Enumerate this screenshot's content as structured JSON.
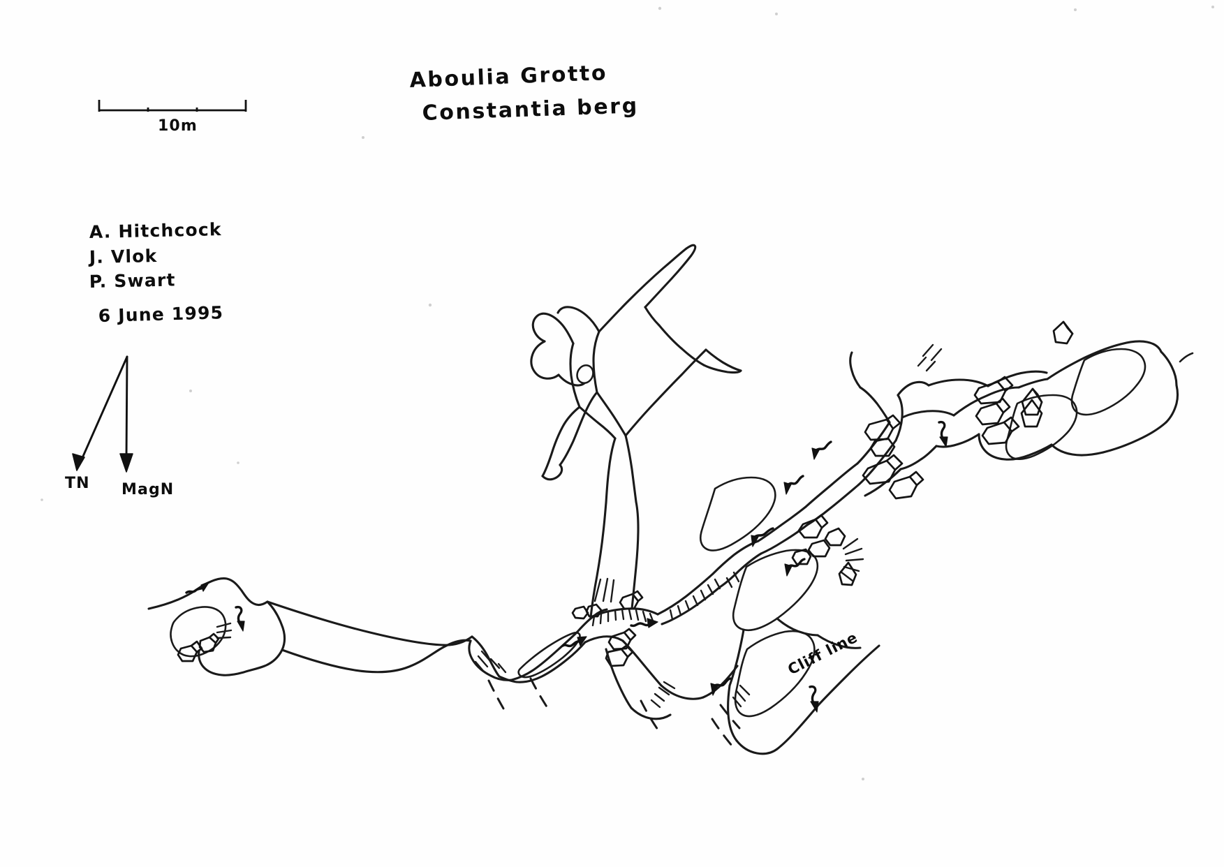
{
  "document": {
    "kind": "hand-drawn cave survey map",
    "background_color": "#fefefe",
    "ink_color": "#1a1a1a"
  },
  "title": {
    "line1": "Aboulia Grotto",
    "line2": "Constantia berg"
  },
  "scale_bar": {
    "label": "10m",
    "length_meters": 10,
    "tick_count": 2
  },
  "credits": {
    "surveyors": [
      "A. Hitchcock",
      "J. Vlok",
      "P. Swart"
    ],
    "date": "6 June 1995"
  },
  "north_arrows": {
    "true_north_label": "TN",
    "magnetic_north_label": "MagN"
  },
  "annotations": {
    "cliff_line": "Cliff line"
  },
  "legend_symbols": {
    "hachure": "slope-hachure",
    "boulder": "breakdown-boulder",
    "flow_arrow": "passage-direction-arrow",
    "dashed": "unsurveyed-continuation"
  }
}
